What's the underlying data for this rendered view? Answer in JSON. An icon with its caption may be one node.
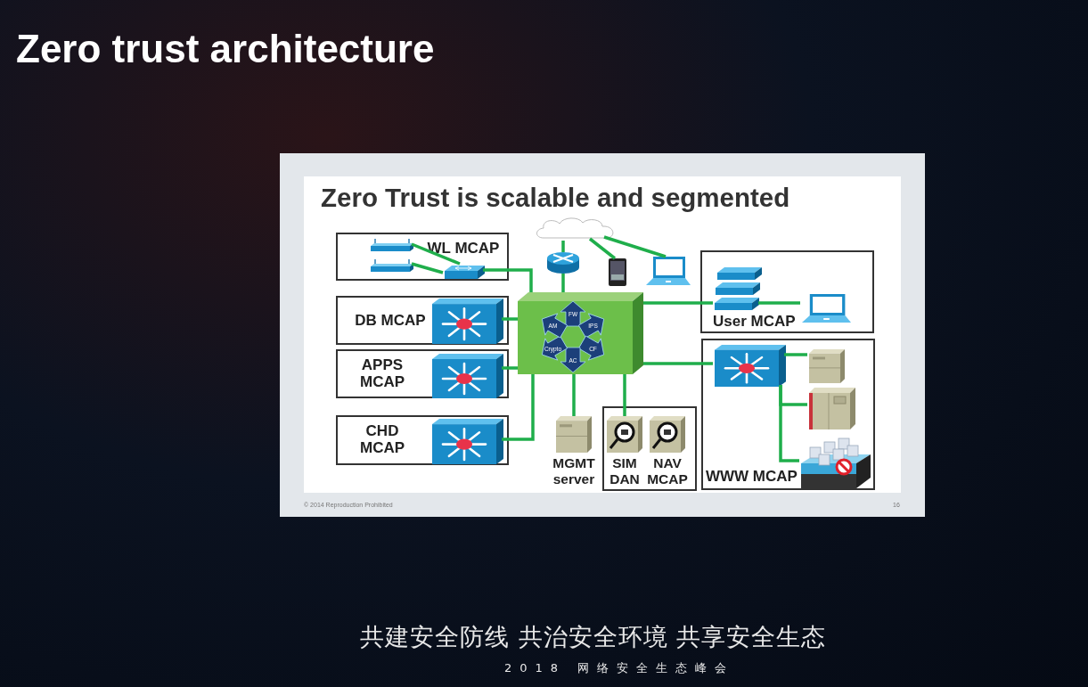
{
  "diagram": {
    "title": "Zero trust architecture",
    "nodes": [
      {
        "text": [
          "WL MCAP"
        ]
      },
      {
        "text": [],
        "shape": "picture",
        "in": 0
      },
      {
        "text": [],
        "shape": "picture",
        "in": 0
      },
      {
        "text": [],
        "shape": "picture",
        "in": 0
      },
      {
        "text": [
          "DB MCAP"
        ]
      },
      {
        "text": [],
        "shape": "picture",
        "in": 4
      },
      {
        "text": [
          "APPS MCAP"
        ]
      },
      {
        "text": [],
        "shape": "picture",
        "in": 6
      },
      {
        "text": [
          "CHD MCAP"
        ]
      },
      {
        "text": [],
        "shape": "picture",
        "in": 8
      },
      {
        "text": [],
        "shape": "cloud"
      },
      {
        "text": [],
        "shape": "cylinder"
      },
      {
        "text": [],
        "shape": "picture"
      },
      {
        "text": [],
        "shape": "picture"
      },
      {
        "text": [
          "FW",
          "IPS",
          "CF",
          "AC",
          "Crypto",
          "AM"
        ]
      },
      {
        "text": [
          "User MCAP"
        ]
      },
      {
        "text": [],
        "shape": "picture",
        "in": 15
      },
      {
        "text": [],
        "shape": "picture",
        "in": 15
      },
      {
        "text": [
          "MGMT server"
        ]
      },
      {
        "text": [],
        "shape": "box"
      },
      {
        "text": [
          "SIM DAN"
        ],
        "in": 19
      },
      {
        "text": [
          "NAV MCAP"
        ],
        "in": 19
      },
      {
        "text": [
          "WWW MCAP"
        ]
      },
      {
        "text": [],
        "shape": "picture",
        "in": 22
      },
      {
        "text": [],
        "shape": "picture",
        "in": 22
      },
      {
        "text": [],
        "shape": "picture",
        "in": 22
      },
      {
        "text": [],
        "shape": "picture",
        "in": 22
      }
    ],
    "edges": [
      {
        "from": 1,
        "to": 3,
        "arrow": "none"
      },
      {
        "from": 2,
        "to": 3,
        "arrow": "none"
      },
      {
        "from": 3,
        "to": 14,
        "arrow": "none"
      },
      {
        "from": 5,
        "to": 14,
        "arrow": "none"
      },
      {
        "from": 7,
        "to": 14,
        "arrow": "none"
      },
      {
        "from": 9,
        "to": 14,
        "arrow": "none"
      },
      {
        "from": 10,
        "to": 11,
        "arrow": "none"
      },
      {
        "from": 11,
        "to": 14,
        "arrow": "none"
      },
      {
        "from": 10,
        "to": 12,
        "arrow": "none"
      },
      {
        "from": 10,
        "to": 13,
        "arrow": "none"
      },
      {
        "from": 14,
        "to": 16,
        "arrow": "none"
      },
      {
        "from": 16,
        "to": 17,
        "arrow": "none"
      },
      {
        "from": 14,
        "to": 18,
        "arrow": "none"
      },
      {
        "from": 14,
        "to": 20,
        "arrow": "none"
      },
      {
        "from": 14,
        "to": 23,
        "arrow": "none"
      },
      {
        "from": 23,
        "to": 24,
        "arrow": "none"
      },
      {
        "from": 23,
        "to": 25,
        "arrow": "none"
      },
      {
        "from": 23,
        "to": 26,
        "arrow": "none"
      }
    ],
    "labels": [
      "Zero Trust is scalable and segmented",
      "© 2014 Reproduction Prohibited",
      "16",
      "共建安全防线 共治安全环境 共享安全生态",
      "2018 网络安全生态峰会"
    ]
  }
}
